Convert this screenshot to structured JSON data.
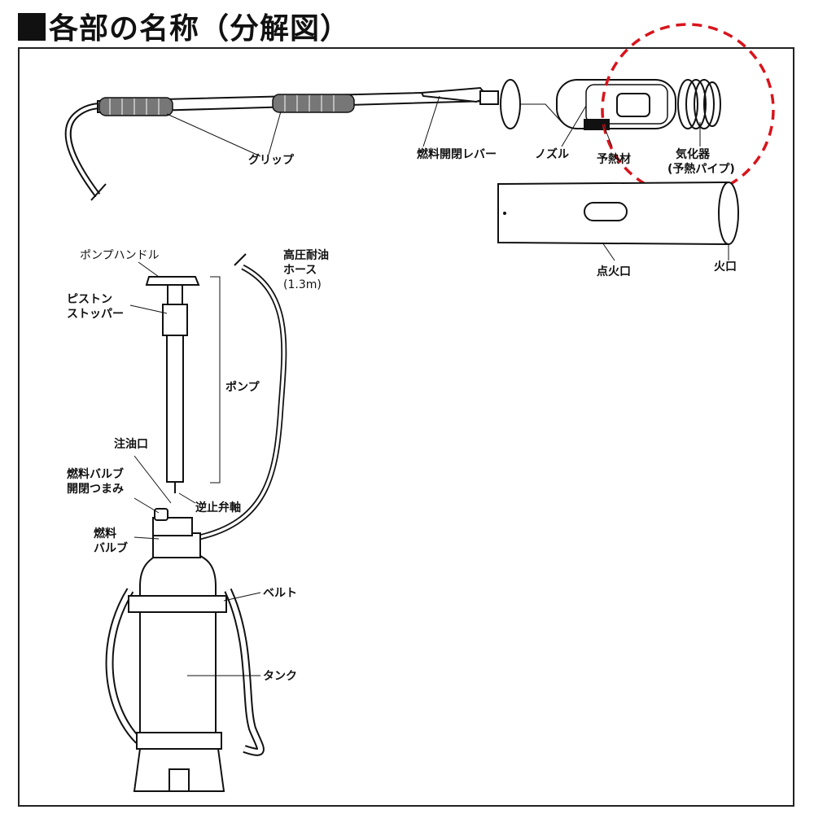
{
  "title": "各部の名称（分解図）",
  "labels": {
    "grip": "グリップ",
    "fuel_lever": "燃料開閉レバー",
    "nozzle": "ノズル",
    "preheat_material": "予熱材",
    "vaporizer": "気化器",
    "vaporizer_sub": "(予熱パイプ)",
    "ignition_port": "点火口",
    "burner_mouth": "火口",
    "pump_handle": "ポンプハンドル",
    "piston_stopper_1": "ピストン",
    "piston_stopper_2": "ストッパー",
    "pump": "ポンプ",
    "hose_1": "高圧耐油",
    "hose_2": "ホース",
    "hose_length": "(1.3m)",
    "filler_port": "注油口",
    "fuel_valve_knob_1": "燃料バルブ",
    "fuel_valve_knob_2": "開閉つまみ",
    "check_valve": "逆止弁軸",
    "fuel_valve_1": "燃料",
    "fuel_valve_2": "バルブ",
    "belt": "ベルト",
    "tank": "タンク"
  },
  "colors": {
    "highlight": "#d8141c"
  }
}
